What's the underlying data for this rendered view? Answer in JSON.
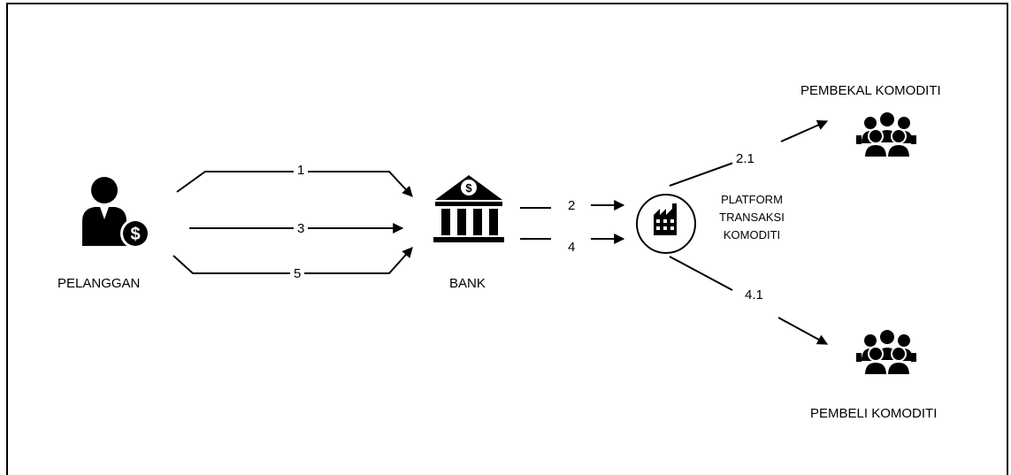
{
  "nodes": {
    "customer": "PELANGGAN",
    "bank": "BANK",
    "platform": [
      "PLATFORM",
      "TRANSAKSI",
      "KOMODITI"
    ],
    "supplier": "PEMBEKAL KOMODITI",
    "buyer": "PEMBELI KOMODITI"
  },
  "flows": {
    "f1": "1",
    "f3": "3",
    "f5": "5",
    "f2": "2",
    "f4": "4",
    "f21": "2.1",
    "f41": "4.1"
  },
  "icons": {
    "customer": "businessman-dollar-icon",
    "bank": "bank-icon",
    "platform": "factory-icon",
    "supplier": "people-group-icon",
    "buyer": "people-group-icon"
  }
}
